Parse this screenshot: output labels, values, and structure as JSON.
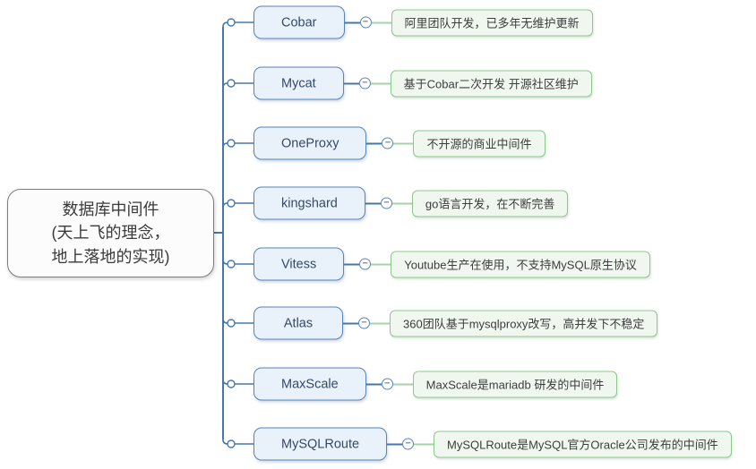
{
  "root": {
    "lines": [
      "数据库中间件",
      "(天上飞的理念，",
      "地上落地的实现)"
    ]
  },
  "branches": [
    {
      "topic": "Cobar",
      "note": "阿里团队开发，已多年无维护更新"
    },
    {
      "topic": "Mycat",
      "note": "基于Cobar二次开发 开源社区维护"
    },
    {
      "topic": "OneProxy",
      "note": "不开源的商业中间件"
    },
    {
      "topic": "kingshard",
      "note": "go语言开发，在不断完善"
    },
    {
      "topic": "Vitess",
      "note": "Youtube生产在使用，不支持MySQL原生协议"
    },
    {
      "topic": "Atlas",
      "note": "360团队基于mysqlproxy改写，高并发下不稳定"
    },
    {
      "topic": "MaxScale",
      "note": "MaxScale是mariadb 研发的中间件"
    },
    {
      "topic": "MySQLRoute",
      "note": "MySQLRoute是MySQL官方Oracle公司发布的中间件"
    }
  ],
  "icons": {
    "collapse_glyph": "−"
  },
  "colors": {
    "branch_line_blue": "#4478ad",
    "topic_border": "#5585bb",
    "topic_fill": "#e9f1fb",
    "note_border": "#8cc88c",
    "note_fill": "#eff7ef",
    "note_line_green": "#a6d2a6",
    "root_border": "#7d7d7d"
  }
}
